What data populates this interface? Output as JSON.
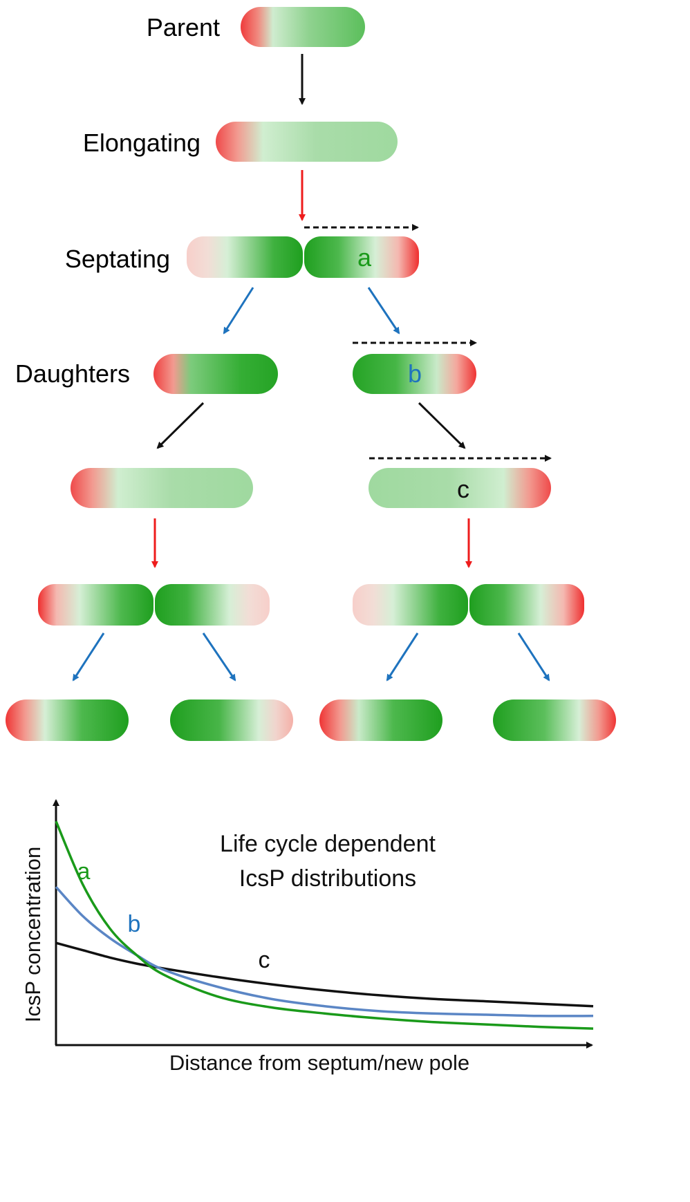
{
  "stages": {
    "parent": "Parent",
    "elongating": "Elongating",
    "septating": "Septating",
    "daughters": "Daughters"
  },
  "cell_letters": {
    "a": "a",
    "b": "b",
    "c": "c"
  },
  "graph": {
    "title_line1": "Life cycle dependent",
    "title_line2": "IcsP distributions",
    "ylabel": "IcsP concentration",
    "xlabel": "Distance from septum/new pole"
  },
  "colors": {
    "red_pole": "#ef3b3b",
    "pale_green": "#cfeccf",
    "light_green": "#9fd99f",
    "mid_green": "#5cbf5c",
    "dark_green": "#1f9f1f",
    "pink": "#f5c9c4",
    "arrow_red": "#ee1c1c",
    "arrow_blue": "#1e73be",
    "arrow_black": "#111111",
    "curve_a": "#1a9a1a",
    "curve_b": "#5b86c5",
    "curve_c": "#111111"
  },
  "chart_data": {
    "type": "line",
    "xlabel": "Distance from septum/new pole",
    "ylabel": "IcsP concentration",
    "series": [
      {
        "name": "a",
        "x": [
          0,
          0.05,
          0.1,
          0.15,
          0.2,
          0.3,
          0.4,
          0.5,
          0.6,
          0.7,
          0.8,
          0.9,
          1.0
        ],
        "y": [
          0.92,
          0.66,
          0.48,
          0.37,
          0.29,
          0.2,
          0.155,
          0.13,
          0.11,
          0.095,
          0.085,
          0.075,
          0.068
        ]
      },
      {
        "name": "b",
        "x": [
          0,
          0.05,
          0.1,
          0.15,
          0.2,
          0.3,
          0.4,
          0.5,
          0.6,
          0.7,
          0.8,
          0.9,
          1.0
        ],
        "y": [
          0.65,
          0.53,
          0.44,
          0.37,
          0.31,
          0.24,
          0.19,
          0.16,
          0.14,
          0.13,
          0.125,
          0.12,
          0.12
        ]
      },
      {
        "name": "c",
        "x": [
          0,
          0.05,
          0.1,
          0.15,
          0.2,
          0.3,
          0.4,
          0.5,
          0.6,
          0.7,
          0.8,
          0.9,
          1.0
        ],
        "y": [
          0.42,
          0.39,
          0.36,
          0.335,
          0.315,
          0.28,
          0.25,
          0.225,
          0.205,
          0.19,
          0.18,
          0.17,
          0.16
        ]
      }
    ]
  }
}
